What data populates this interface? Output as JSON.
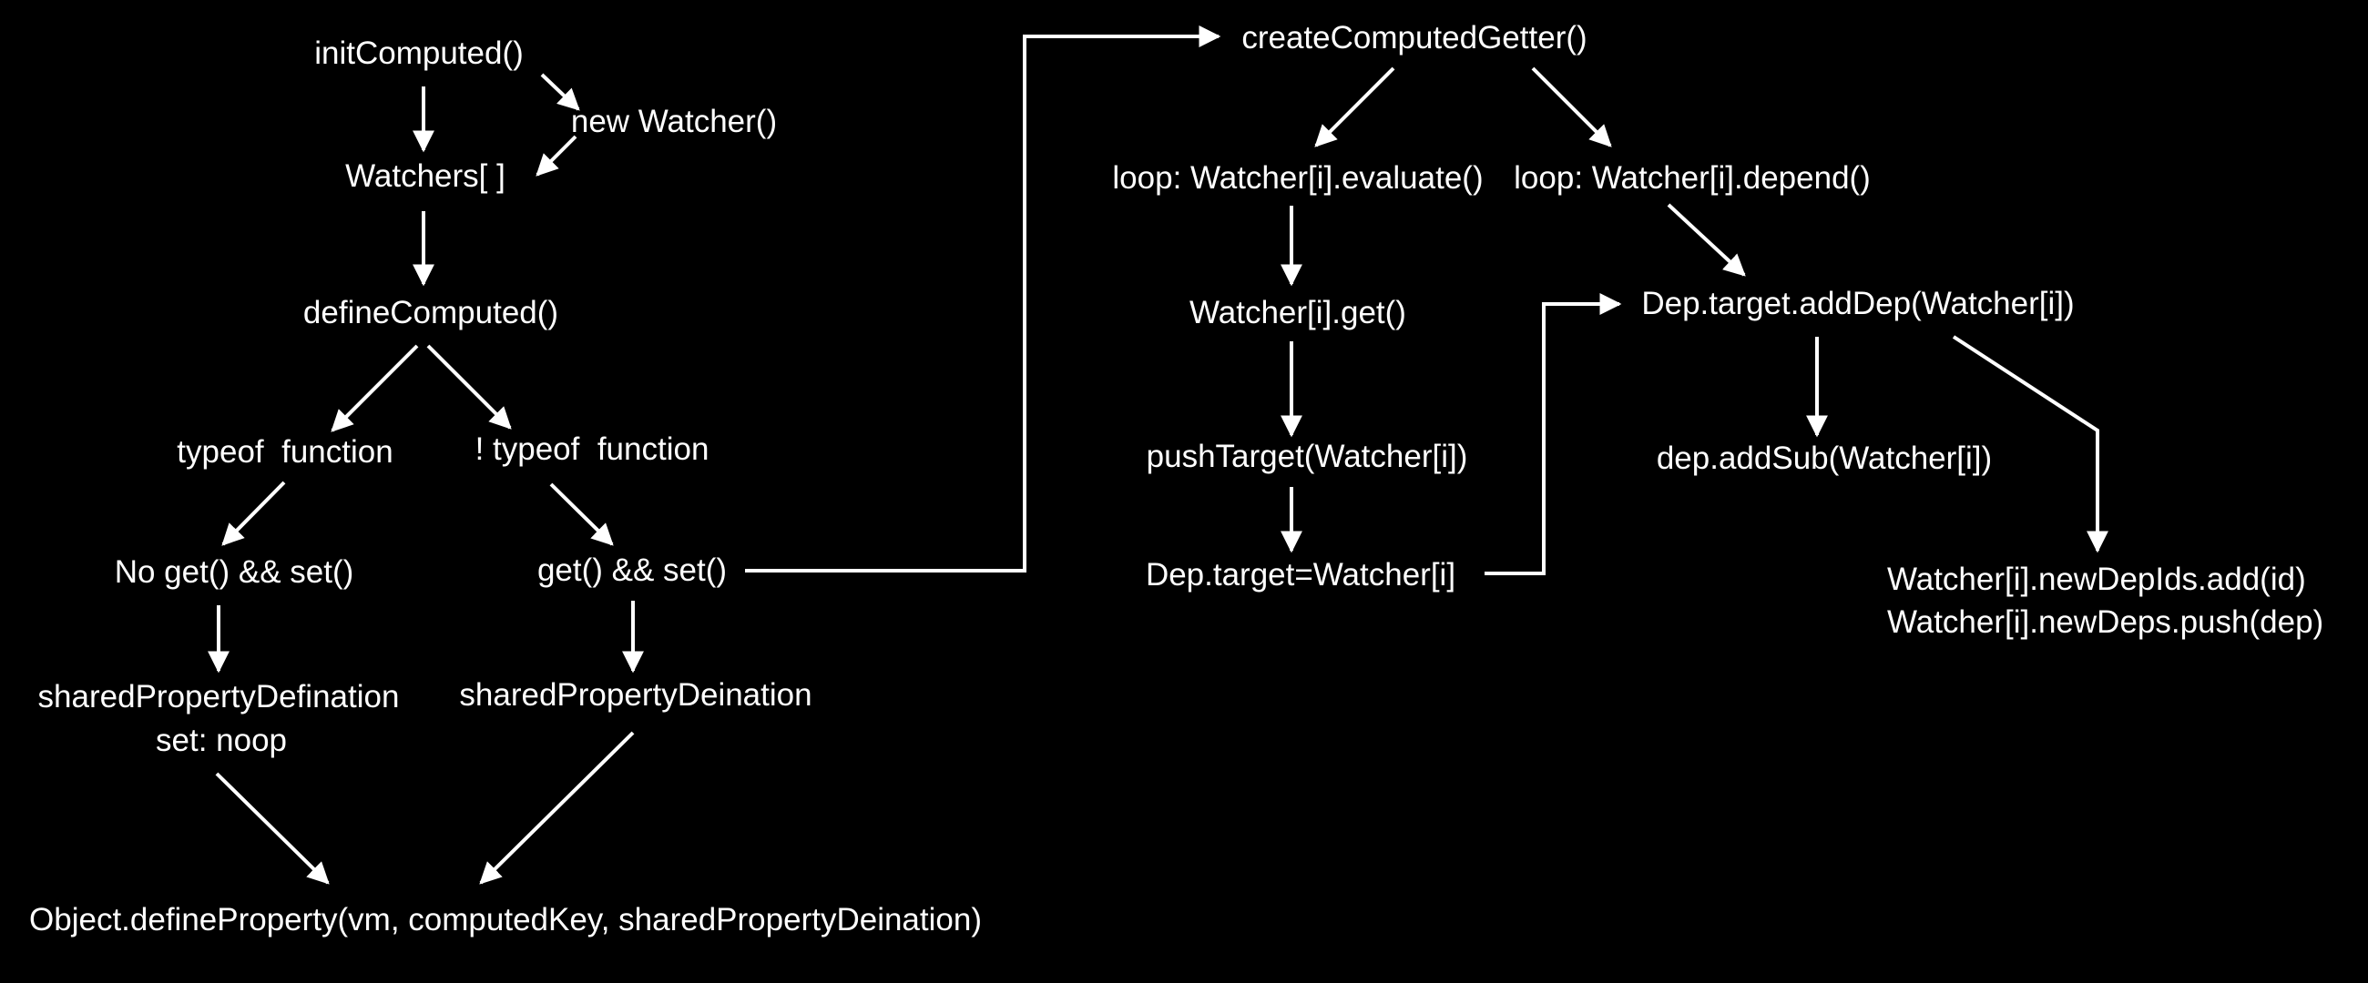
{
  "theme": {
    "background": "#000000",
    "foreground": "#ffffff"
  },
  "nodes": {
    "init_computed": "initComputed()",
    "new_watcher": "new Watcher()",
    "watchers_list": "Watchers[ ]",
    "define_computed": "defineComputed()",
    "typeof_function": "typeof  function",
    "not_typeof_function": "! typeof  function",
    "no_get_set": "No get() && set()",
    "get_set": "get() && set()",
    "shared_prop_defination": "sharedPropertyDefination",
    "set_noop": "set: noop",
    "shared_prop_deination": "sharedPropertyDeination",
    "object_define_property": "Object.defineProperty(vm, computedKey, sharedPropertyDeination)",
    "create_computed_getter": "createComputedGetter()",
    "loop_evaluate": "loop: Watcher[i].evaluate()",
    "loop_depend": "loop: Watcher[i].depend()",
    "watcher_get": "Watcher[i].get()",
    "push_target": "pushTarget(Watcher[i])",
    "dep_target_assign": "Dep.target=Watcher[i]",
    "dep_target_add_dep": "Dep.target.addDep(Watcher[i])",
    "dep_add_sub": "dep.addSub(Watcher[i])",
    "new_dep_ids_add": "Watcher[i].newDepIds.add(id)",
    "new_deps_push": "Watcher[i].newDeps.push(dep)"
  }
}
